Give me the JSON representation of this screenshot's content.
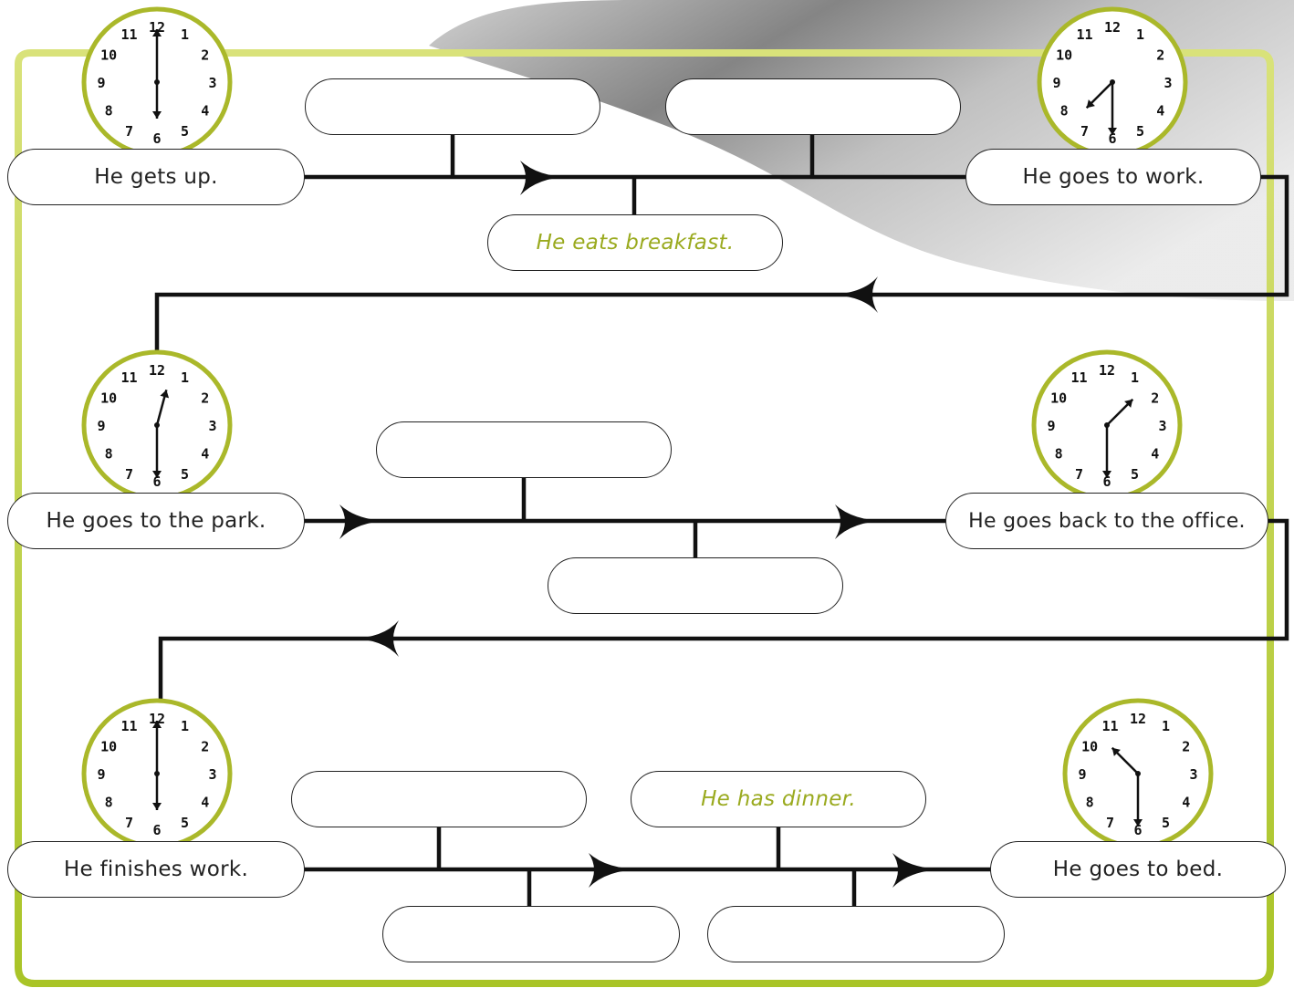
{
  "colors": {
    "frame_green": "#a9c427",
    "clock_rim": "#aab82a",
    "line": "#111111",
    "example_text": "#9aaa1f",
    "photo_gray": "#8a8a8a"
  },
  "clocks": [
    {
      "time": "6:00",
      "hour": 6,
      "minute": 0
    },
    {
      "time": "7:30",
      "hour": 7,
      "minute": 30
    },
    {
      "time": "12:30",
      "hour": 12,
      "minute": 30
    },
    {
      "time": "1:30",
      "hour": 1,
      "minute": 30
    },
    {
      "time": "6:00",
      "hour": 6,
      "minute": 0
    },
    {
      "time": "10:30",
      "hour": 10,
      "minute": 30
    }
  ],
  "clock_numbers": [
    "12",
    "1",
    "2",
    "3",
    "4",
    "5",
    "6",
    "7",
    "8",
    "9",
    "10",
    "11"
  ],
  "row1": {
    "start_label": "He gets up.",
    "end_label": "He goes to work.",
    "example": "He eats breakfast.",
    "blank_top_1": "",
    "blank_top_2": ""
  },
  "row2": {
    "start_label": "He goes to the park.",
    "end_label": "He goes back to the office.",
    "blank_top": "",
    "blank_bottom": ""
  },
  "row3": {
    "start_label": "He finishes work.",
    "end_label": "He goes to bed.",
    "example": "He has dinner.",
    "blank_top": "",
    "blank_bottom_1": "",
    "blank_bottom_2": ""
  }
}
